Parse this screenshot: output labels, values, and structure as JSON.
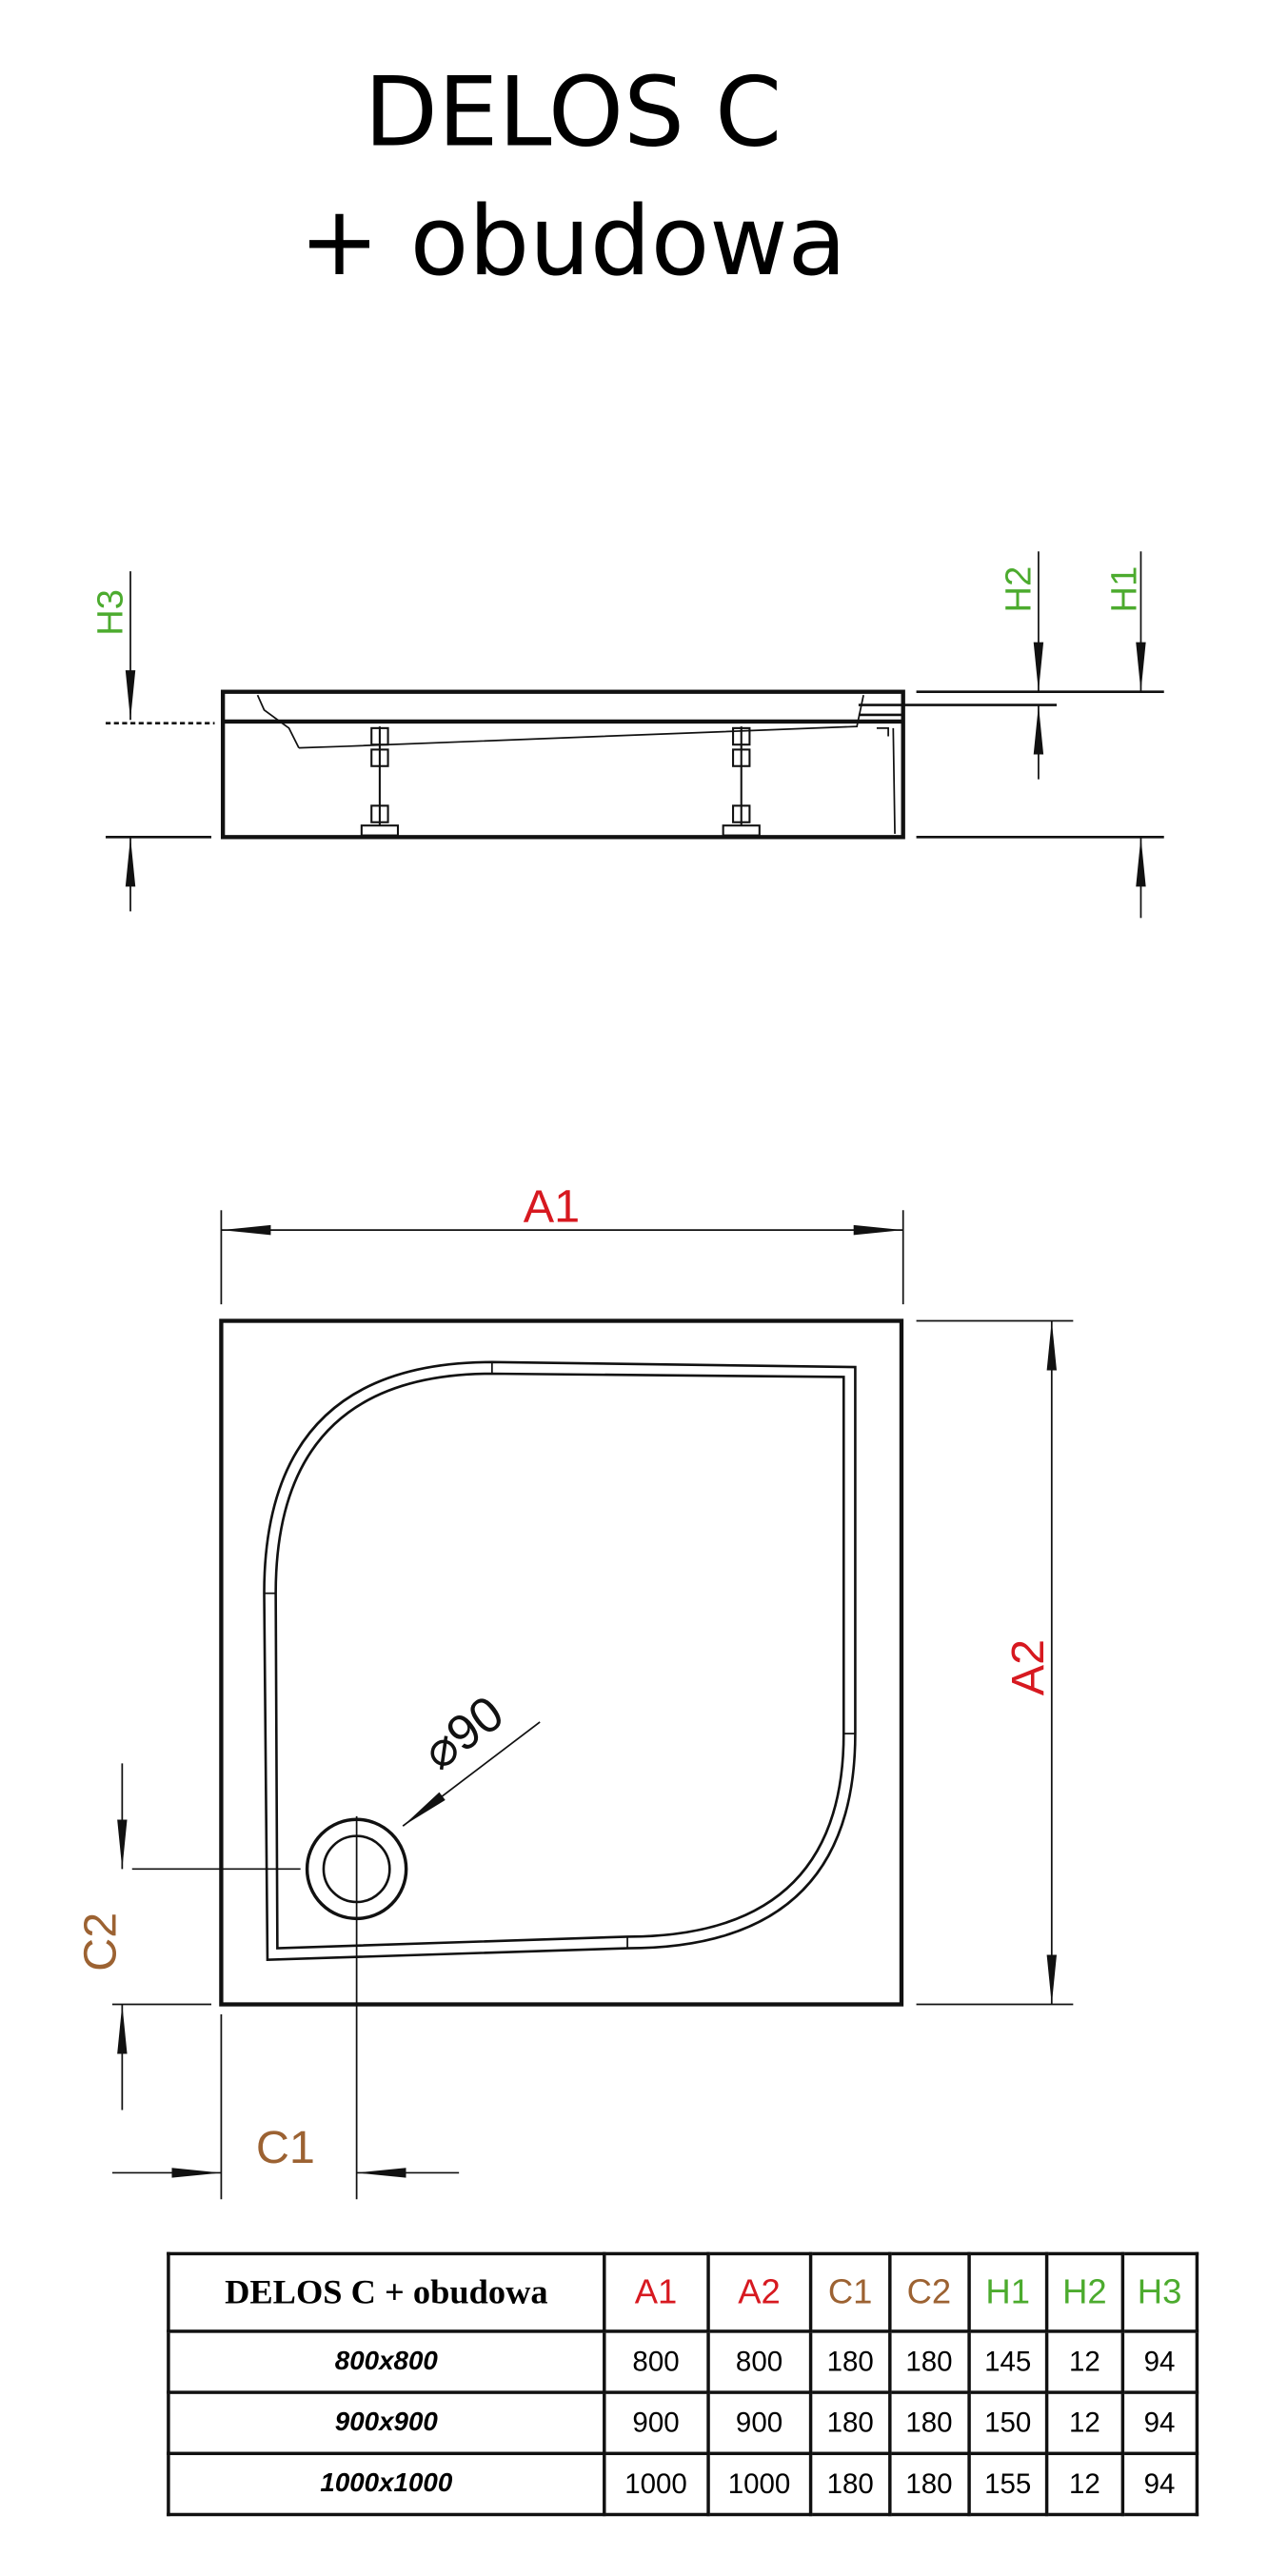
{
  "title": {
    "line1": "DELOS C",
    "line2": "+ obudowa"
  },
  "colors": {
    "red": "#d71920",
    "brown": "#9c6232",
    "green": "#4cab2e"
  },
  "drawing": {
    "side_labels": {
      "h1": "H1",
      "h2": "H2",
      "h3": "H3"
    },
    "plan_labels": {
      "a1": "A1",
      "a2": "A2",
      "c1": "C1",
      "c2": "C2",
      "drain": "⌀90"
    }
  },
  "table": {
    "header": [
      "DELOS C + obudowa",
      "A1",
      "A2",
      "C1",
      "C2",
      "H1",
      "H2",
      "H3"
    ],
    "rows": [
      [
        "800x800",
        "800",
        "800",
        "180",
        "180",
        "145",
        "12",
        "94"
      ],
      [
        "900x900",
        "900",
        "900",
        "180",
        "180",
        "150",
        "12",
        "94"
      ],
      [
        "1000x1000",
        "1000",
        "1000",
        "180",
        "180",
        "155",
        "12",
        "94"
      ]
    ]
  }
}
